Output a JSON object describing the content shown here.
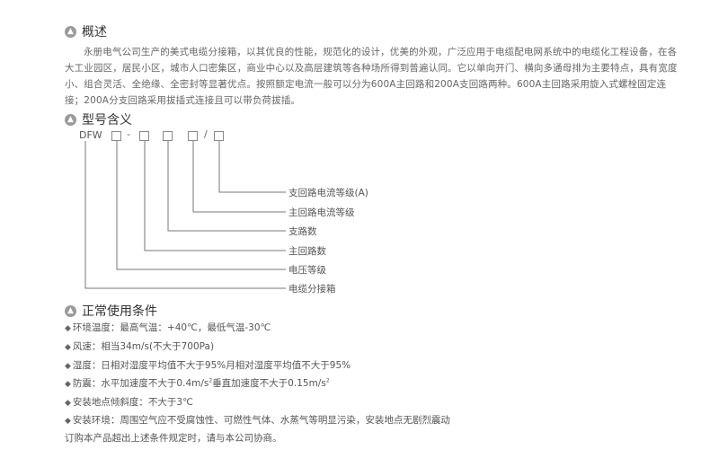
{
  "overview": {
    "title": "概述",
    "paragraph": "永册电气公司生产的美式电缆分接箱，以其优良的性能，规范化的设计，优美的外观，广泛应用于电缆配电网系统中的电缆化工程设备，在各大工业园区，居民小区，城市人口密集区，商业中心以及高层建筑等各种场所得到普遍认同。它以单向开门、横向多通母排为主要特点，具有宽度小、组合灵活、全绝缘、全密封等显著优点。按照额定电流一般可以分为600A主回路和200A支回路两种。600A主回路采用旋入式螺栓固定连接；200A分支回路采用拔插式连接且可以带负荷拔插。"
  },
  "model": {
    "title": "型号含义",
    "prefix": "DFW",
    "dash": "-",
    "slash": "/",
    "labels": [
      "支回路电流等级(A)",
      "主回路电流等级",
      "支路数",
      "主回路数",
      "电压等级",
      "电缆分接箱"
    ]
  },
  "conditions": {
    "title": "正常使用条件",
    "bullet": "◆",
    "items": [
      {
        "text": "环境温度：最高气温：+40℃，最低气温-30℃"
      },
      {
        "text": "风速：相当34m/s(不大于700Pa)"
      },
      {
        "text": "湿度：日相对湿度平均值不大于95%月相对湿度平均值不大于95%"
      },
      {
        "text_a": "防震：水平加速度不大于0.4m/s",
        "sup_a": "2",
        "text_b": "垂直加速度不大于0.15m/s",
        "sup_b": "2"
      },
      {
        "text": "安装地点倾斜度：不大于3℃"
      },
      {
        "text": "安装环境：周围空气应不受腐蚀性、可燃性气体、水蒸气等明显污染，安装地点无剧烈震动"
      }
    ],
    "footer": "订购本产品超出上述条件规定时，请与本公司协商。"
  }
}
